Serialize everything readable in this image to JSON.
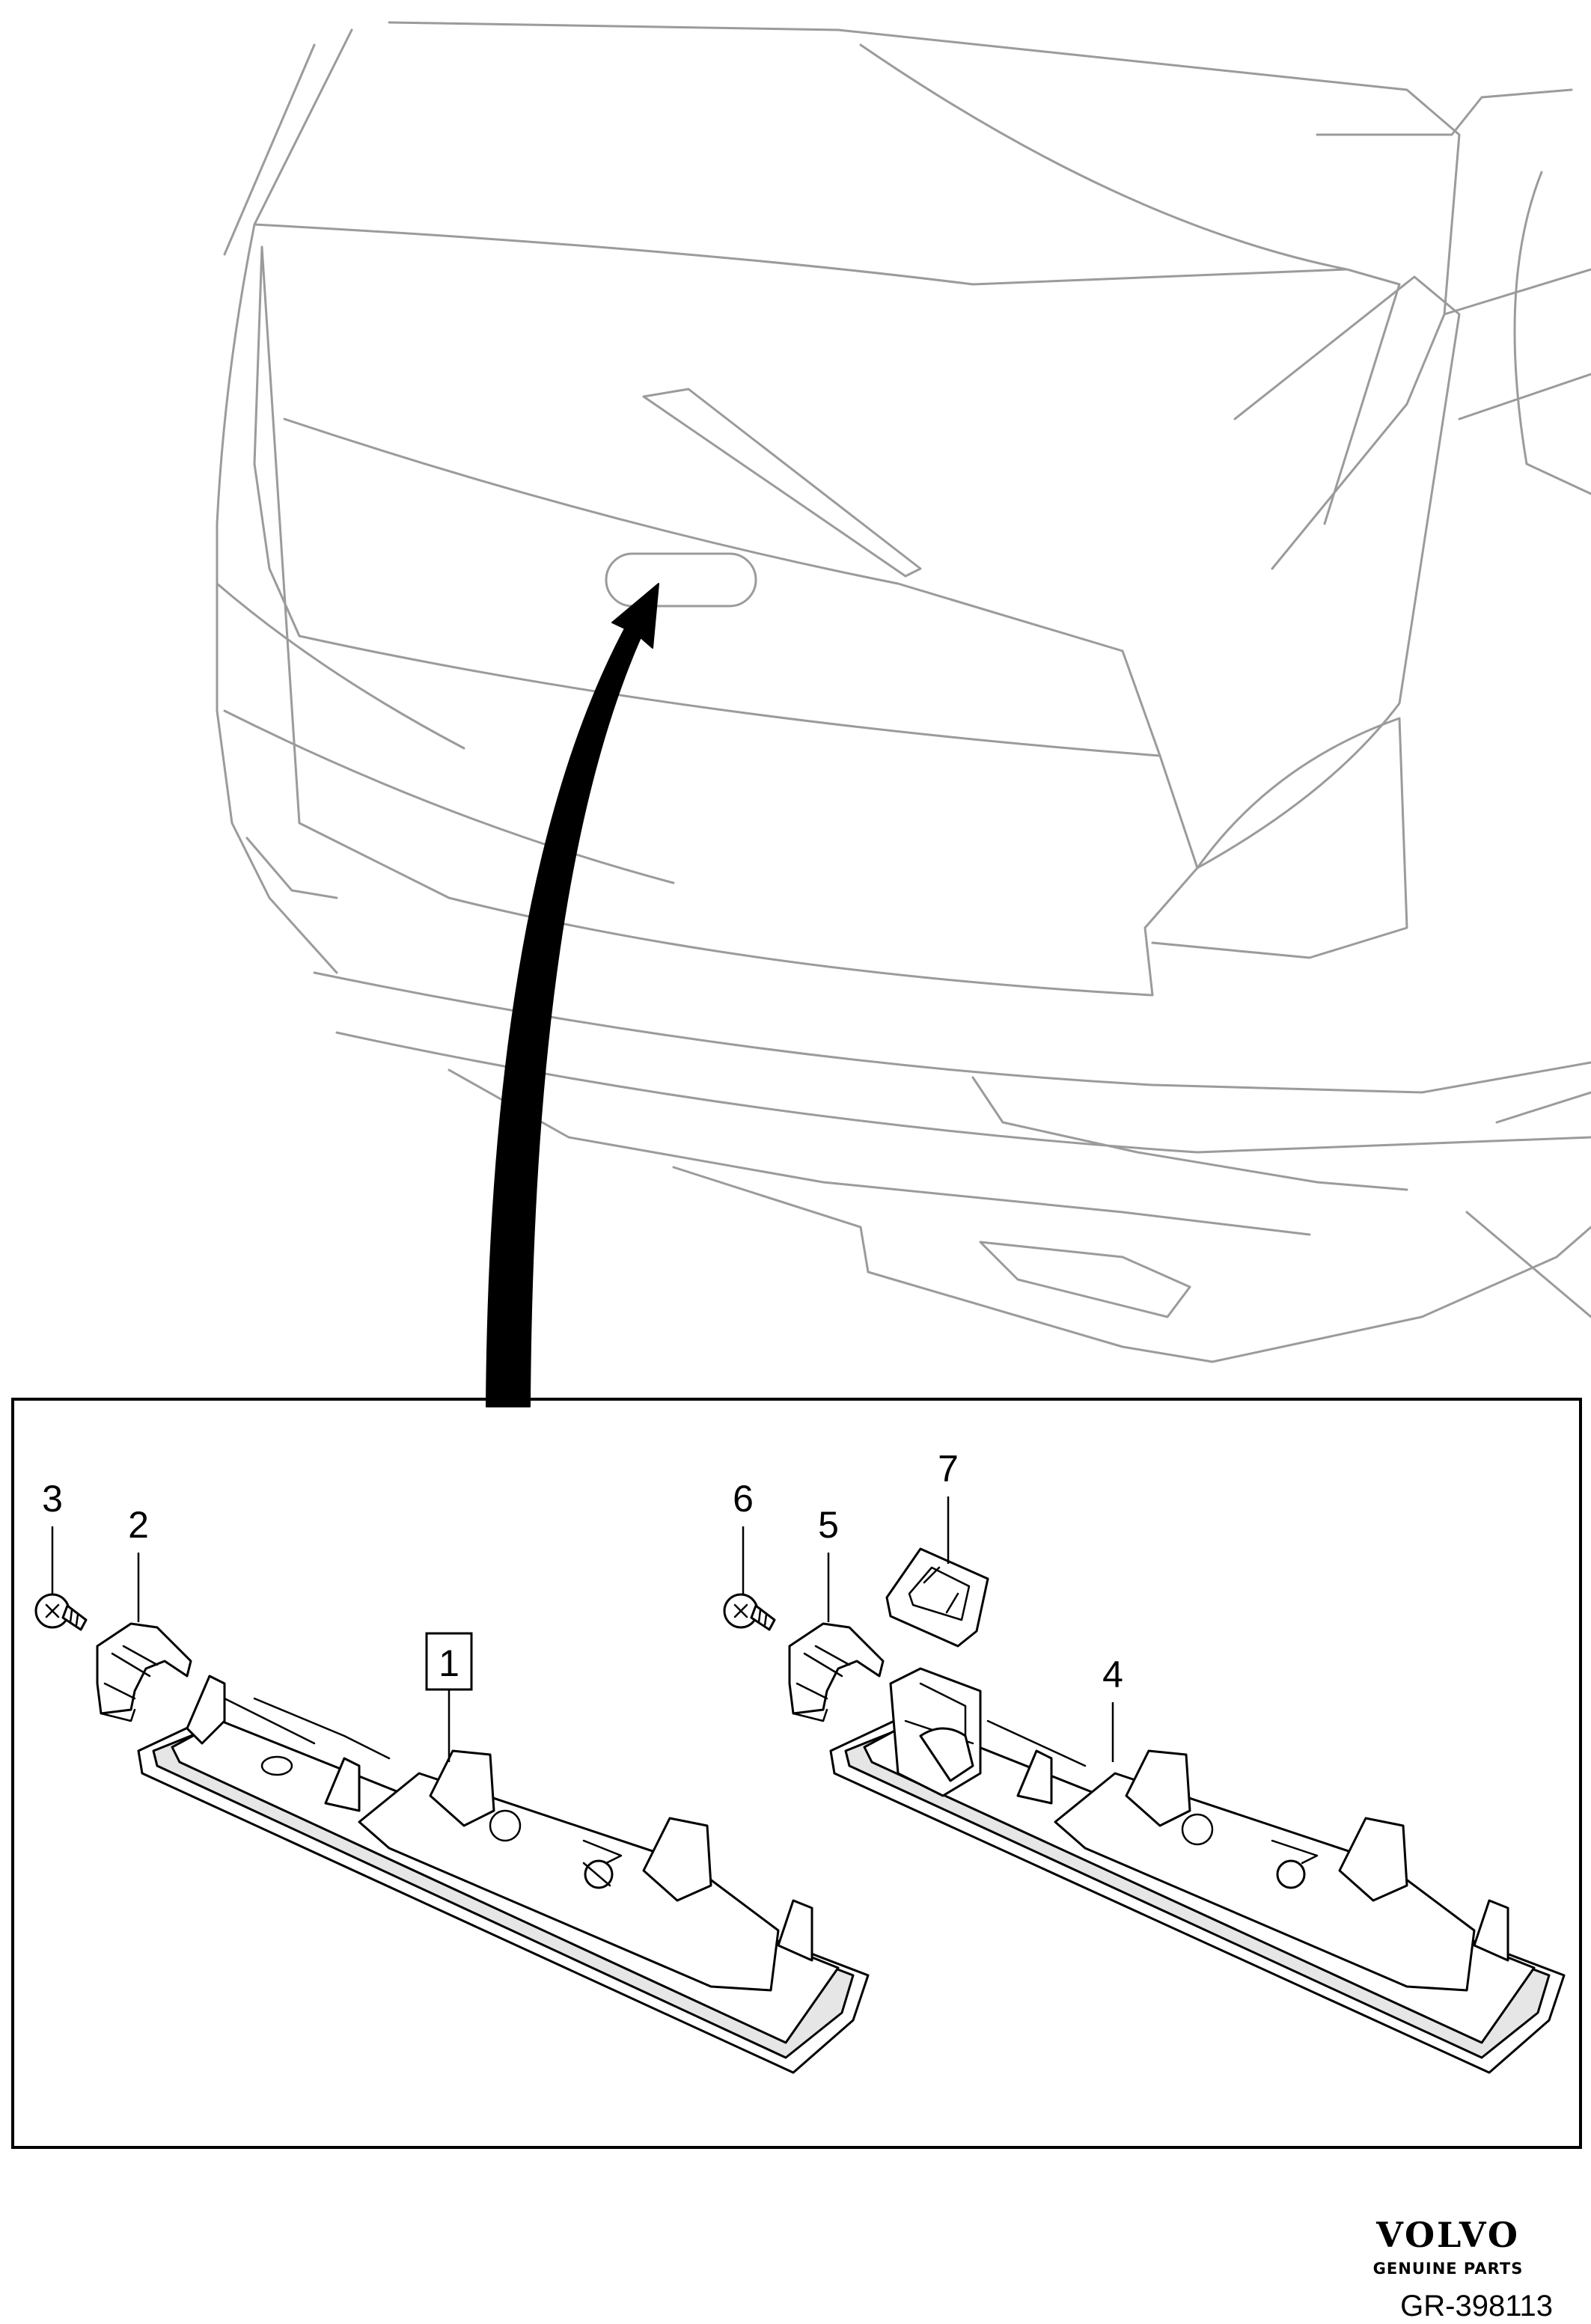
{
  "callouts": {
    "part_1": "1",
    "part_2": "2",
    "part_3": "3",
    "part_4": "4",
    "part_5": "5",
    "part_6": "6",
    "part_7": "7"
  },
  "brand": {
    "name": "VOLVO",
    "tagline": "GENUINE PARTS"
  },
  "figure_id": "GR-398113",
  "colors": {
    "line": "#000000",
    "vehicle_outline": "#9b9b9b",
    "background": "#ffffff"
  }
}
